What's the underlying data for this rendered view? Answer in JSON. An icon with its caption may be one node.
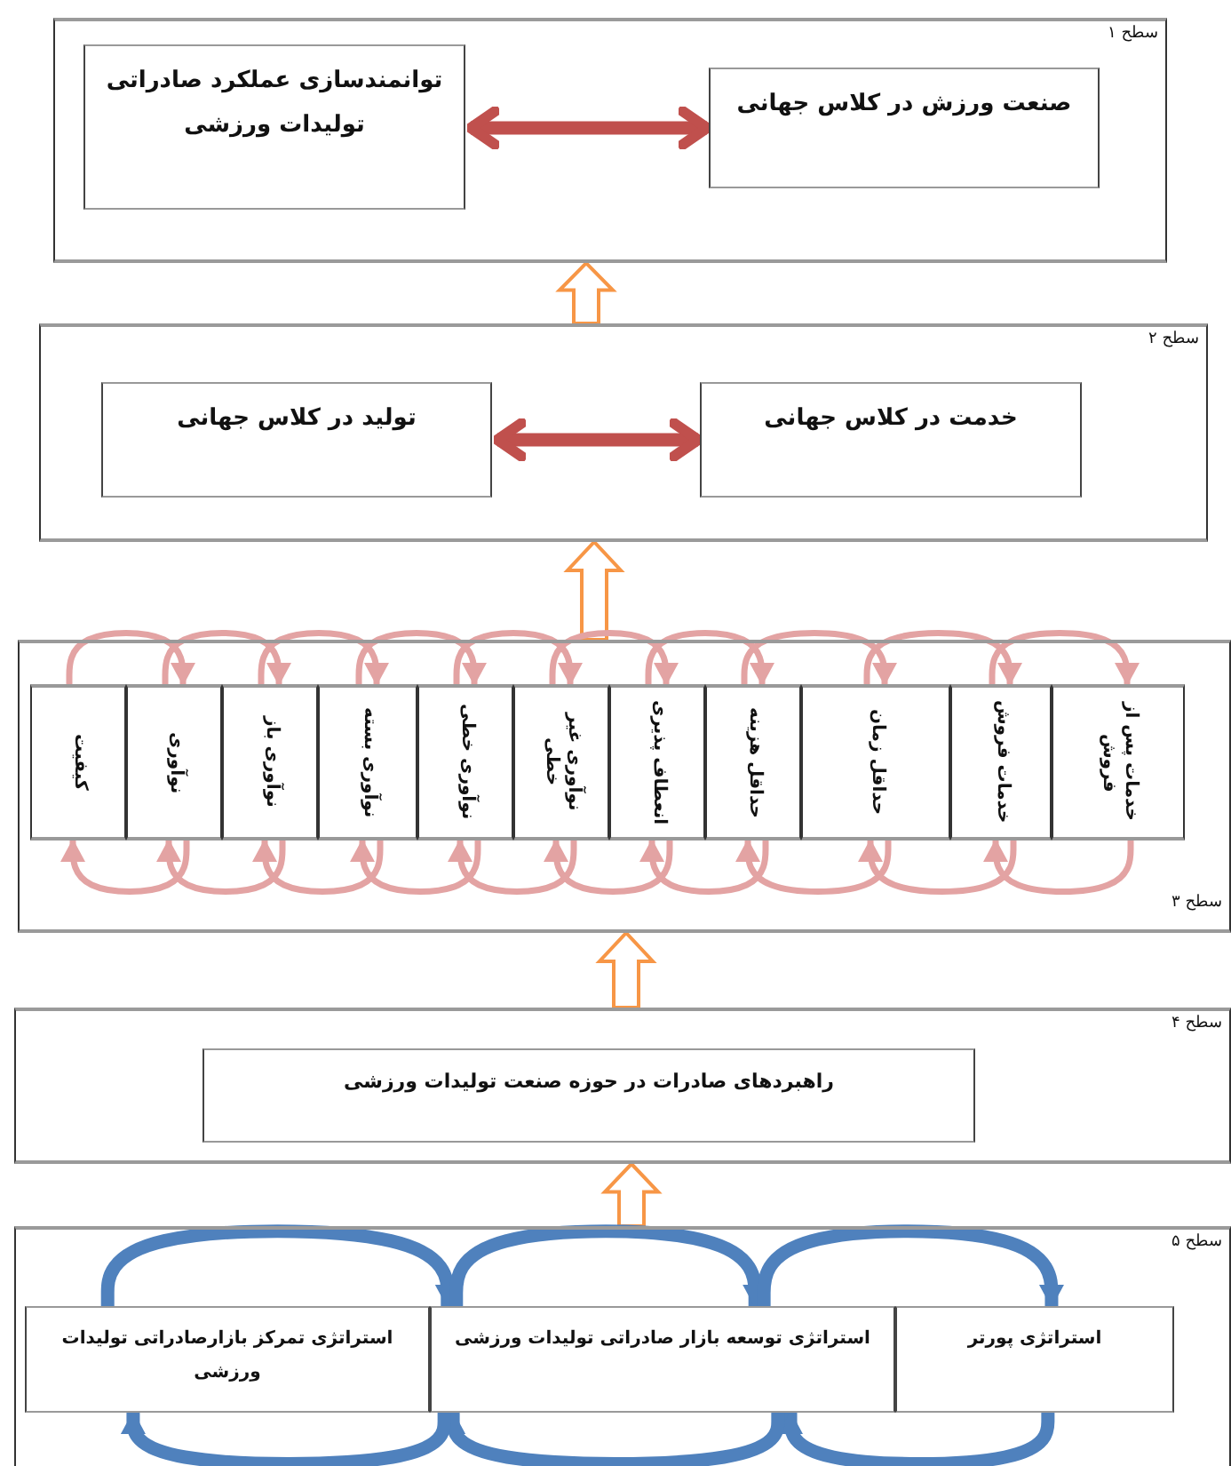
{
  "diagram": {
    "nodes": [
      {
        "text": [
          "سطح ۱"
        ]
      },
      {
        "text": [
          "صنعت ورزش در کلاس جهانی"
        ],
        "in": 0
      },
      {
        "text": [
          "توانمندسازی عملکرد صادراتی تولیدات ورزشی"
        ],
        "in": 0
      },
      {
        "text": [
          "سطح ۲"
        ]
      },
      {
        "text": [
          "خدمت در کلاس جهانی"
        ],
        "in": 3
      },
      {
        "text": [
          "تولید در کلاس جهانی"
        ],
        "in": 3
      },
      {
        "text": [
          "سطح ۳"
        ]
      },
      {
        "text": [
          "کیفیت"
        ],
        "in": 6
      },
      {
        "text": [
          "نوآوری"
        ],
        "in": 6
      },
      {
        "text": [
          "نوآوری باز"
        ],
        "in": 6
      },
      {
        "text": [
          "نوآوری بسته"
        ],
        "in": 6
      },
      {
        "text": [
          "نوآوری خطی"
        ],
        "in": 6
      },
      {
        "text": [
          "نوآوری غیر خطی"
        ],
        "in": 6
      },
      {
        "text": [
          "انعطاف پذیری"
        ],
        "in": 6
      },
      {
        "text": [
          "حداقل هزینه"
        ],
        "in": 6
      },
      {
        "text": [
          "حداقل زمان"
        ],
        "in": 6
      },
      {
        "text": [
          "خدمات فروش"
        ],
        "in": 6
      },
      {
        "text": [
          "خدمات پس از فروش"
        ],
        "in": 6
      },
      {
        "text": [
          "سطح ۴"
        ]
      },
      {
        "text": [
          "راهبردهای صادرات در حوزه صنعت تولیدات ورزشی"
        ],
        "in": 18
      },
      {
        "text": [
          "سطح ۵"
        ]
      },
      {
        "text": [
          "استراتژی تمرکز بازارصادراتی تولیدات ورزشی"
        ],
        "in": 20
      },
      {
        "text": [
          "استراتژی توسعه بازار صادراتی تولیدات ورزشی"
        ],
        "in": 20
      },
      {
        "text": [
          "استراتژی پورتر"
        ],
        "in": 20
      }
    ],
    "edges": [
      {
        "from": 1,
        "to": 2,
        "arrow": "both",
        "style": "thick",
        "color": "#c0504d"
      },
      {
        "from": 4,
        "to": 5,
        "arrow": "both",
        "style": "thick",
        "color": "#c0504d"
      },
      {
        "from": 3,
        "to": 0,
        "arrow": "to",
        "style": "thick",
        "color": "#f79646"
      },
      {
        "from": 6,
        "to": 3,
        "arrow": "to",
        "style": "thick",
        "color": "#f79646"
      },
      {
        "from": 18,
        "to": 6,
        "arrow": "to",
        "style": "thick",
        "color": "#f79646"
      },
      {
        "from": 20,
        "to": 18,
        "arrow": "to",
        "style": "thick",
        "color": "#f79646"
      },
      {
        "from": 7,
        "to": 8,
        "arrow": "to"
      },
      {
        "from": 8,
        "to": 9,
        "arrow": "to"
      },
      {
        "from": 9,
        "to": 10,
        "arrow": "to"
      },
      {
        "from": 10,
        "to": 11,
        "arrow": "to"
      },
      {
        "from": 11,
        "to": 12,
        "arrow": "to"
      },
      {
        "from": 12,
        "to": 13,
        "arrow": "to"
      },
      {
        "from": 13,
        "to": 14,
        "arrow": "to"
      },
      {
        "from": 14,
        "to": 15,
        "arrow": "to"
      },
      {
        "from": 15,
        "to": 16,
        "arrow": "to"
      },
      {
        "from": 16,
        "to": 17,
        "arrow": "to"
      },
      {
        "from": 8,
        "to": 7,
        "arrow": "to"
      },
      {
        "from": 9,
        "to": 8,
        "arrow": "to"
      },
      {
        "from": 10,
        "to": 9,
        "arrow": "to"
      },
      {
        "from": 11,
        "to": 10,
        "arrow": "to"
      },
      {
        "from": 12,
        "to": 11,
        "arrow": "to"
      },
      {
        "from": 13,
        "to": 12,
        "arrow": "to"
      },
      {
        "from": 14,
        "to": 13,
        "arrow": "to"
      },
      {
        "from": 15,
        "to": 14,
        "arrow": "to"
      },
      {
        "from": 16,
        "to": 15,
        "arrow": "to"
      },
      {
        "from": 17,
        "to": 16,
        "arrow": "to"
      },
      {
        "from": 21,
        "to": 22,
        "arrow": "to",
        "style": "thick",
        "color": "#4f81bd"
      },
      {
        "from": 22,
        "to": 22,
        "arrow": "to",
        "style": "thick",
        "color": "#4f81bd"
      },
      {
        "from": 22,
        "to": 23,
        "arrow": "to",
        "style": "thick",
        "color": "#4f81bd"
      },
      {
        "from": 23,
        "to": 22,
        "arrow": "to",
        "style": "thick",
        "color": "#4f81bd"
      },
      {
        "from": 22,
        "to": 22,
        "arrow": "to",
        "style": "thick",
        "color": "#4f81bd"
      },
      {
        "from": 22,
        "to": 21,
        "arrow": "to",
        "style": "thick",
        "color": "#4f81bd"
      }
    ]
  }
}
